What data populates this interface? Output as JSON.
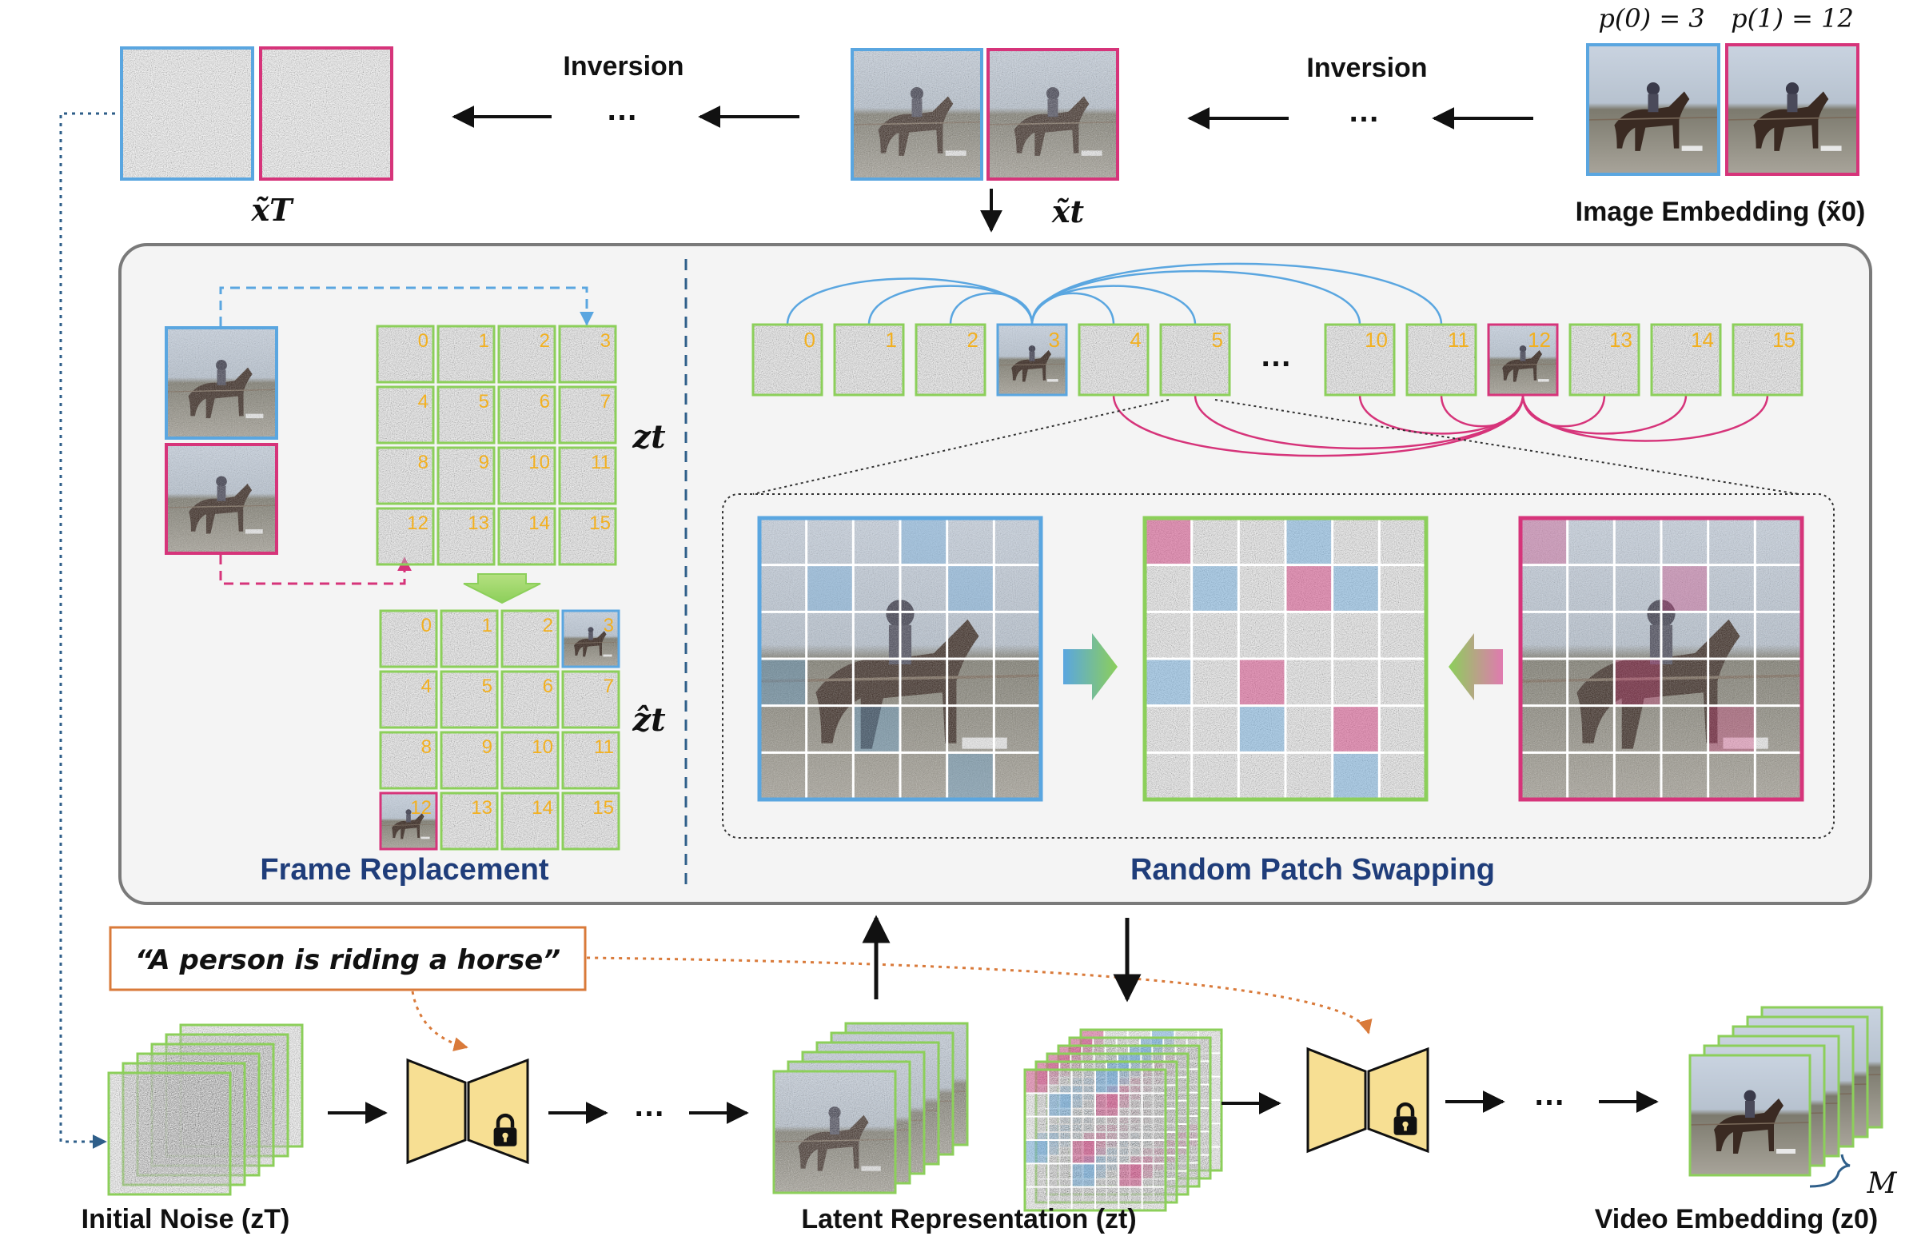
{
  "labels": {
    "inversion": "Inversion",
    "image_embedding": "Image Embedding (x̃0)",
    "frame_replacement": "Frame Replacement",
    "random_patch_swapping": "Random Patch Swapping",
    "prompt": "“A person is riding a horse”",
    "initial_noise": "Initial Noise (zT)",
    "latent_representation": "Latent Representation (zt)",
    "video_embedding": "Video Embedding (z0)",
    "ellipsis": "…"
  },
  "math": {
    "x_T": "x̃T",
    "x_t": "x̃t",
    "z_t": "zt",
    "z_hat_t": "ẑt",
    "M": "M",
    "p0": "p(0) = 3",
    "p1": "p(1) = 12"
  },
  "frames": {
    "count": 16,
    "indices": [
      "0",
      "1",
      "2",
      "3",
      "4",
      "5",
      "6",
      "7",
      "8",
      "9",
      "10",
      "11",
      "12",
      "13",
      "14",
      "15"
    ],
    "timeline_indices": [
      "0",
      "1",
      "2",
      "3",
      "4",
      "5",
      "10",
      "11",
      "12",
      "13",
      "14",
      "15"
    ],
    "replaced": [
      3,
      12
    ]
  },
  "colors": {
    "blue": "#5aa6e0",
    "pink": "#d6347a",
    "green": "#8ccf5a",
    "decoder_yellow": "#f7df93",
    "number": "#f2b020",
    "prompt_border": "#d97a3a",
    "panel_fill": "#f4f4f4",
    "panel_border": "#7a7a7a",
    "title_blue": "#1f3d7a"
  },
  "icons": [
    "lock-icon",
    "arrow-icon"
  ]
}
